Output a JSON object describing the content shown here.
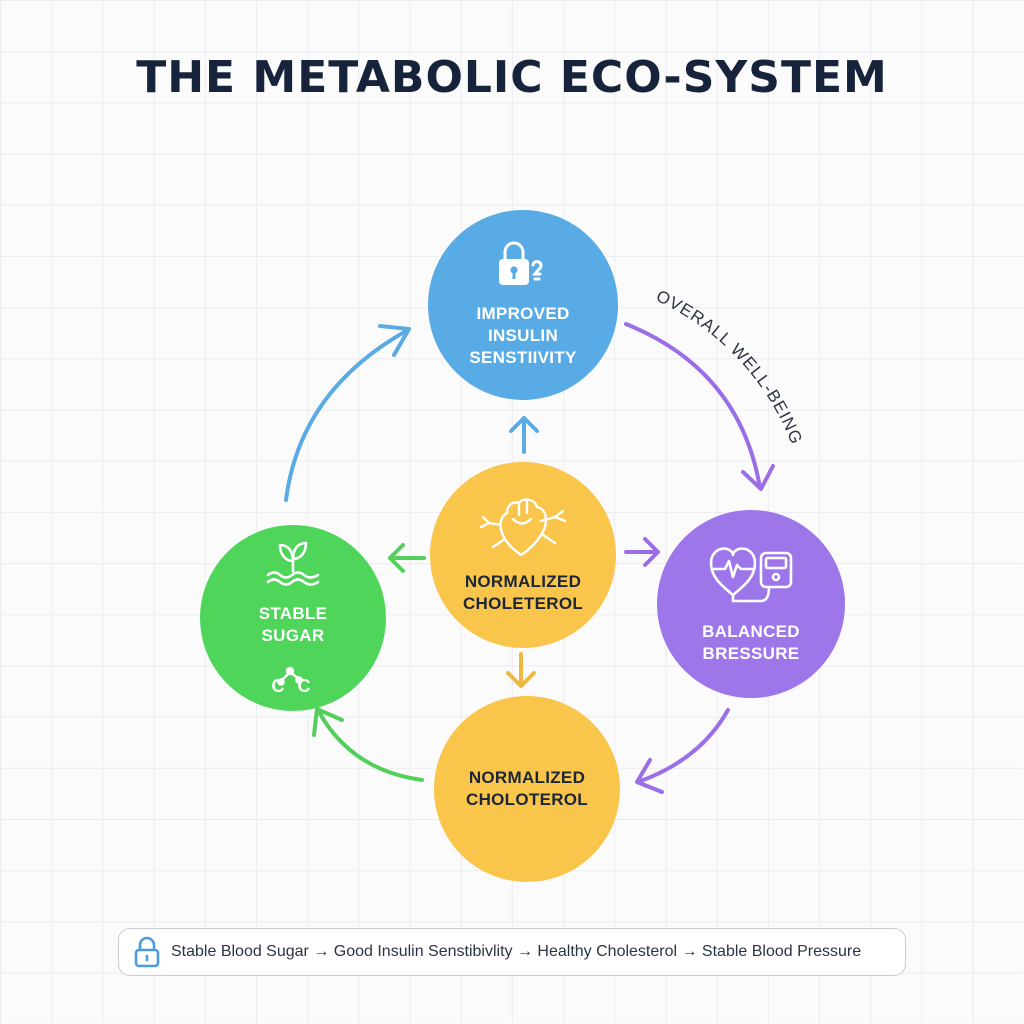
{
  "title": "THE METABOLIC ECO-SYSTEM",
  "colors": {
    "blue": "#58abe4",
    "green": "#4fd65a",
    "yellow": "#f9c54b",
    "purple": "#9d76ea",
    "title": "#16233a"
  },
  "nodes": {
    "insulin": {
      "label": "IMPROVED\nINSULIN\nSENSTIIVITY",
      "icon": "lock-icon"
    },
    "sugar": {
      "label": "STABLE\nSUGAR",
      "icon": "sprout-icon",
      "formula": "C C"
    },
    "center": {
      "label": "NORMALIZED\nCHOLETEROL",
      "icon": "heart-icon"
    },
    "bottom": {
      "label": "NORMALIZED\nCHOLOTEROL"
    },
    "pressure": {
      "label": "BALANCED\nBRESSURE",
      "icon": "heart-monitor-icon"
    }
  },
  "curve_label": "OVERALL WELL-BEING",
  "legend": {
    "icon": "lock-icon",
    "text": "Stable Blood Sugar → Good Insulin Senstibivlity → Healthy Cholesterol → Stable Blood Pressure"
  }
}
